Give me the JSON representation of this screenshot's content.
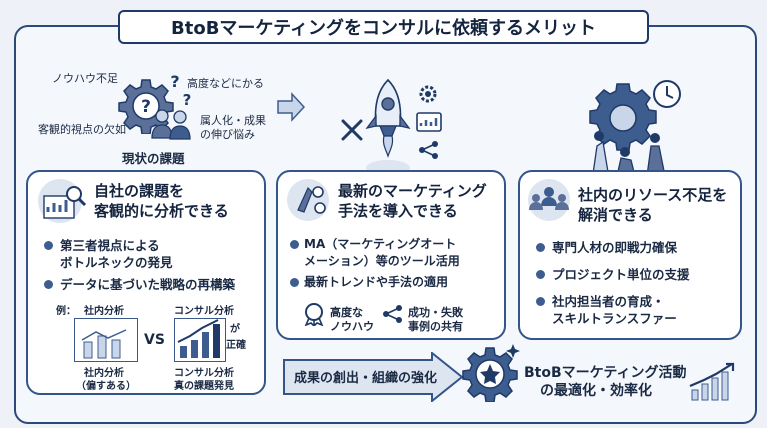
{
  "title": "BtoBマーケティングをコンサルに依頼するメリット",
  "issues": {
    "label_top_left": "ノウハウ不足",
    "label_top_right": "高度などにかる",
    "label_left": "客観的視点の欠如",
    "label_right_1": "属人化・成果",
    "label_right_2": "の伸び悩み",
    "caption": "現状の課題"
  },
  "cards": [
    {
      "title_1": "自社の課題を",
      "title_2": "客観的に分析できる",
      "bullets": [
        {
          "l1": "第三者視点による",
          "l2": "ボトルネックの発見"
        },
        {
          "l1": "データに基づいた戦略の再構築",
          "l2": ""
        }
      ],
      "example": {
        "label": "例：",
        "left_title": "社内分析",
        "right_title": "コンサル分析",
        "vs": "VS",
        "right_note_1": "が",
        "right_note_2": "正確",
        "left_caption_1": "社内分析",
        "left_caption_2": "（偏すある）",
        "right_caption_1": "コンサル分析",
        "right_caption_2": "真の課題発見"
      }
    },
    {
      "title_1": "最新のマーケティング",
      "title_2": "手法を導入できる",
      "bullets": [
        {
          "l1": "MA（マーケティングオート",
          "l2": "メーション）等のツール活用"
        },
        {
          "l1": "最新トレンドや手法の適用",
          "l2": ""
        }
      ],
      "icons": [
        {
          "l1": "高度な",
          "l2": "ノウハウ"
        },
        {
          "l1": "成功・失敗",
          "l2": "事例の共有"
        }
      ]
    },
    {
      "title_1": "社内のリソース不足を",
      "title_2": "解消できる",
      "bullets": [
        {
          "l1": "専門人材の即戦力確保",
          "l2": ""
        },
        {
          "l1": "プロジェクト単位の支援",
          "l2": ""
        },
        {
          "l1": "社内担当者の育成・",
          "l2": "スキルトランスファー"
        }
      ]
    }
  ],
  "bottom": {
    "arrow_text": "成果の創出・組織の強化",
    "result_1": "BtoBマーケティング活動",
    "result_2": "の最適化・効率化"
  },
  "colors": {
    "navy": "#1f3a66",
    "accent": "#3d5d8f",
    "light": "#c9d6ea"
  }
}
